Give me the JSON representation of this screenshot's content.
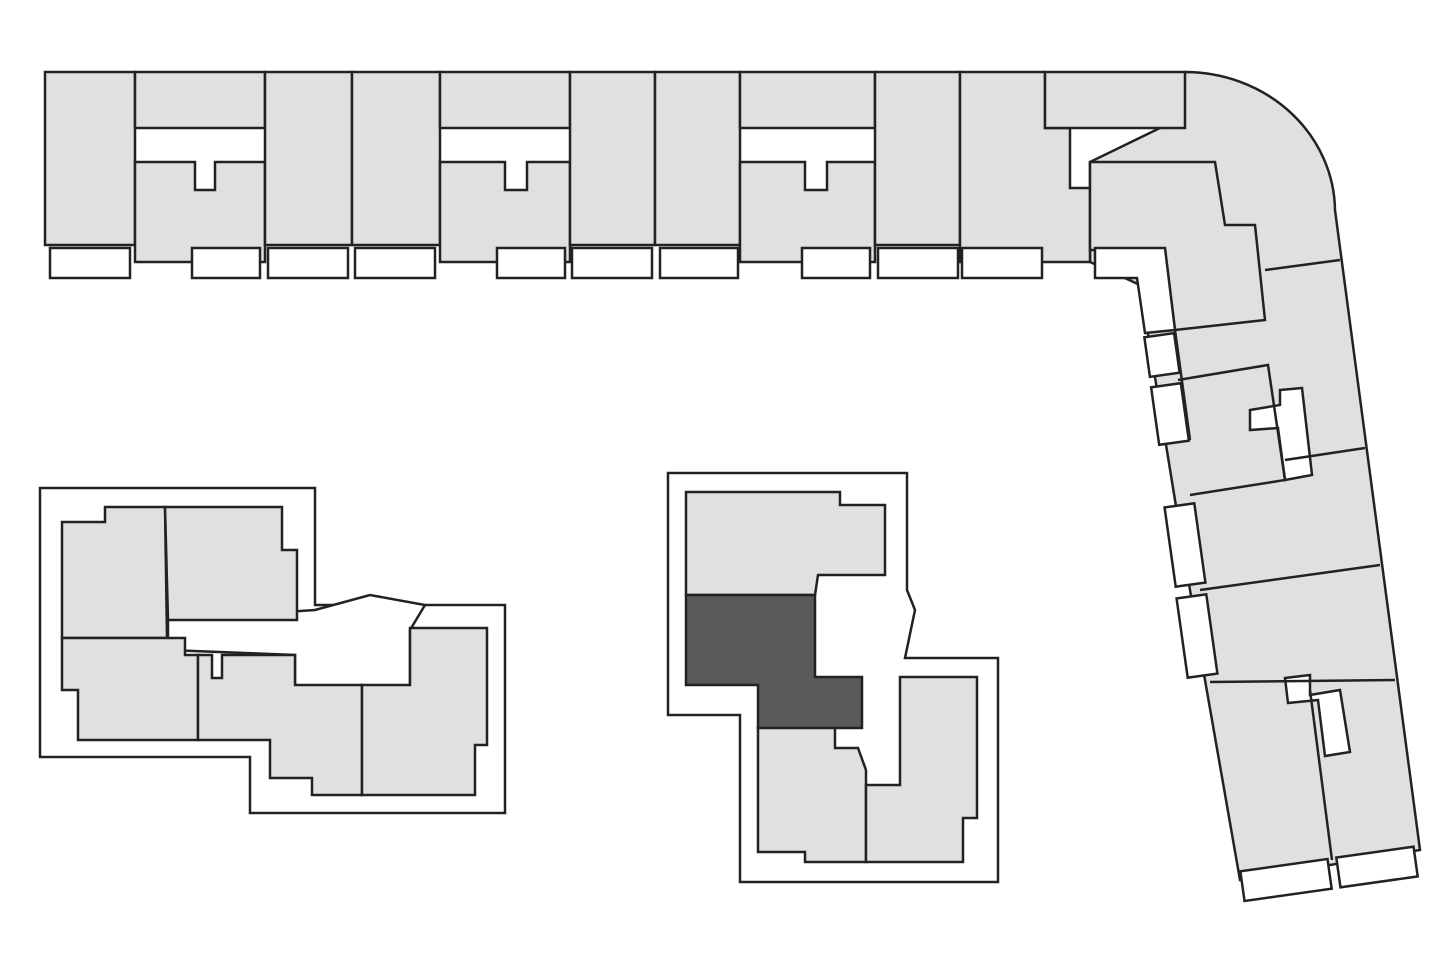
{
  "colors": {
    "unit_fill": "#e0e0e0",
    "selected_unit_fill": "#5a5a5a",
    "outline": "#222222",
    "background": "#ffffff"
  },
  "plan": {
    "buildings": [
      "north-east-l-building",
      "south-west-building",
      "central-building"
    ],
    "selected_unit": "central-building-west-unit"
  }
}
